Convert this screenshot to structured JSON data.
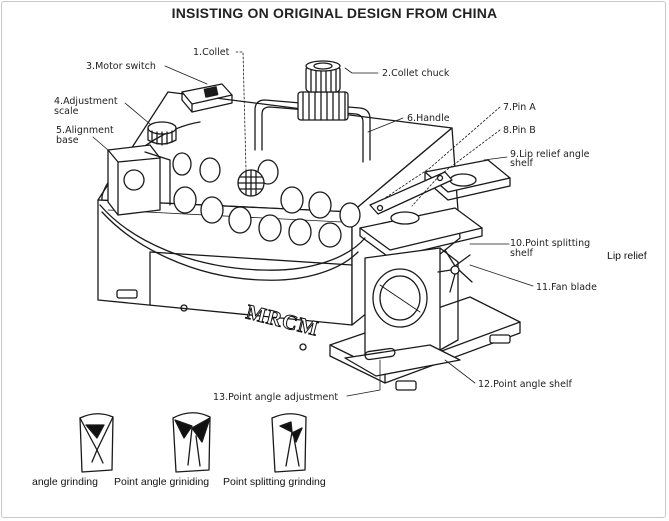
{
  "title": "INSISTING ON ORIGINAL DESIGN FROM CHINA",
  "brand": "MRCM",
  "labels": {
    "collet": "1.Collet",
    "collet_chuck": "2.Collet chuck",
    "motor_switch": "3.Motor switch",
    "adjustment_scale_1": "4.Adjustment",
    "adjustment_scale_2": "scale",
    "alignment_base_1": "5.Alignment",
    "alignment_base_2": "base",
    "handle": "6.Handle",
    "pin_a": "7.Pin A",
    "pin_b": "8.Pin B",
    "lip_relief_shelf_1": "9.Lip relief angle",
    "lip_relief_shelf_2": "shelf",
    "point_splitting_shelf_1": "10.Point splitting",
    "point_splitting_shelf_2": "shelf",
    "fan_blade": "11.Fan blade",
    "point_angle_shelf": "12.Point angle shelf",
    "point_angle_adjustment": "13.Point angle adjustment",
    "lip_relief": "Lip relief"
  },
  "captions": {
    "angle_grinding": "angle grinding",
    "point_angle_grinding": "Point angle griniding",
    "point_splitting_grinding": "Point splitting grinding"
  }
}
